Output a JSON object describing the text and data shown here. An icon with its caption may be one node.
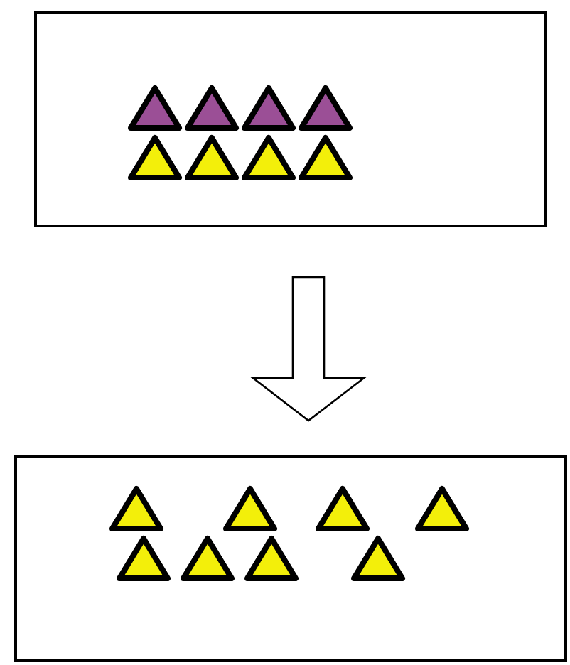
{
  "diagram": {
    "nodes": [
      {
        "text": [],
        "shape": "box"
      },
      {
        "text": [],
        "shape": "box"
      }
    ],
    "edges": [
      {
        "from": 0,
        "to": 1,
        "arrow": "to"
      }
    ]
  }
}
